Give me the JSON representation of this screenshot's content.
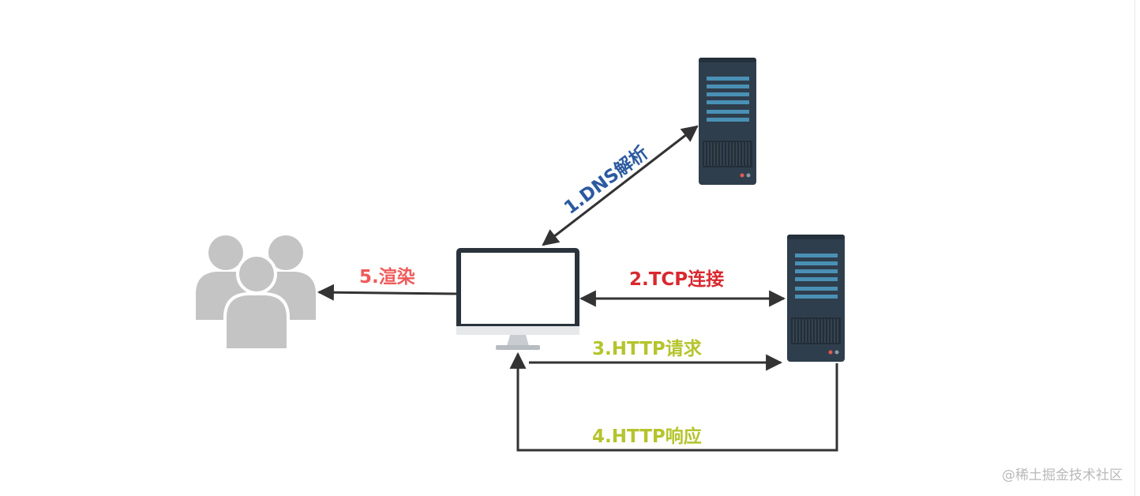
{
  "colors": {
    "dns": "#2c5aa0",
    "tcp": "#d9282f",
    "http": "#b5c42c",
    "render": "#ef5a5a",
    "server_body": "#2f3e4c",
    "server_slot": "#4a90b5",
    "users": "#c4c4c4",
    "line": "#333333"
  },
  "labels": {
    "dns": "1.DNS解析",
    "tcp": "2.TCP连接",
    "http_request": "3.HTTP请求",
    "http_response": "4.HTTP响应",
    "render": "5.渲染"
  },
  "icons": {
    "users": "users-group-icon",
    "computer": "monitor-icon",
    "dns_server": "dns-server-icon",
    "web_server": "web-server-icon"
  },
  "watermark": "@稀土掘金技术社区"
}
